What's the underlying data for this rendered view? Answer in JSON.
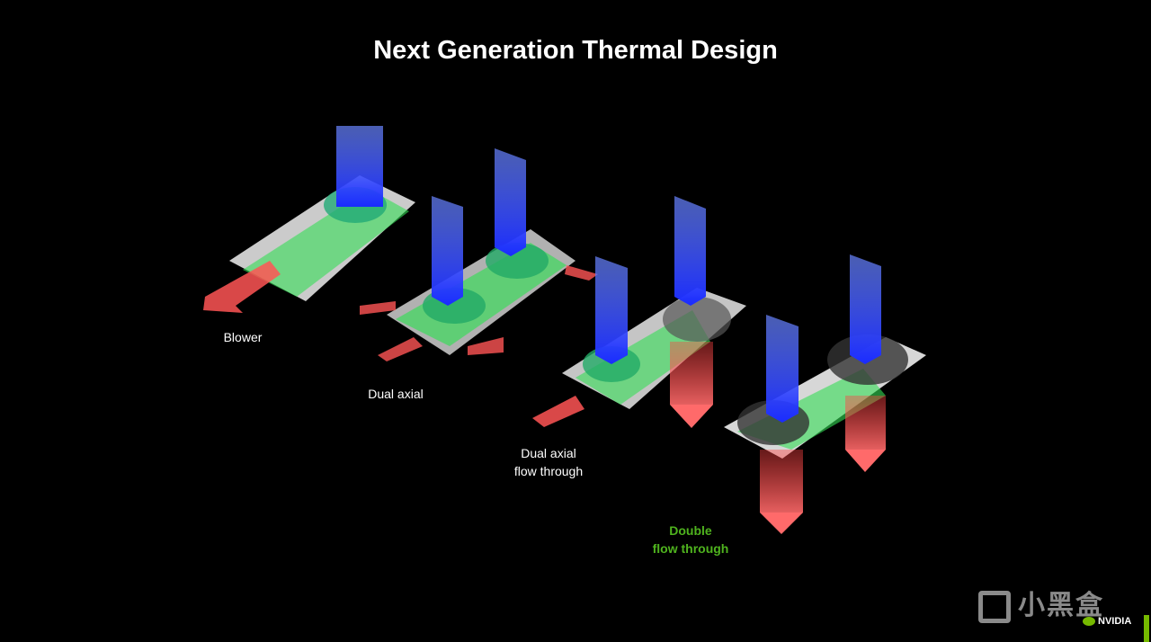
{
  "title": "Next Generation Thermal Design",
  "designs": [
    {
      "label": "Blower"
    },
    {
      "label": "Dual axial"
    },
    {
      "label": "Dual axial",
      "label2": "flow through"
    },
    {
      "label": "Double",
      "label2": "flow through"
    }
  ],
  "watermark": {
    "text": "小黑盒",
    "brand": "NVIDIA"
  },
  "colors": {
    "intake": "#3355ff",
    "exhaust": "#ff5050",
    "pcb": "#33dd55",
    "highlight": "#4fb31e"
  }
}
